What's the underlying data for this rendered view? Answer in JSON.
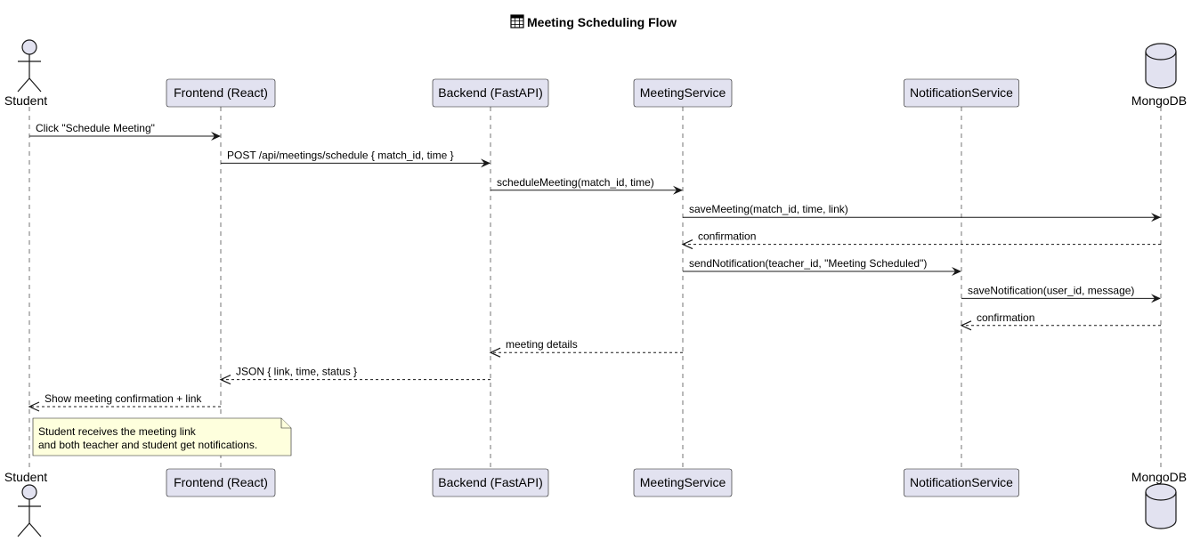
{
  "title": "Meeting Scheduling Flow",
  "title_icon": "calendar-icon",
  "participants": [
    {
      "id": "student",
      "label": "Student",
      "kind": "actor"
    },
    {
      "id": "frontend",
      "label": "Frontend (React)",
      "kind": "participant"
    },
    {
      "id": "backend",
      "label": "Backend (FastAPI)",
      "kind": "participant"
    },
    {
      "id": "meeting",
      "label": "MeetingService",
      "kind": "participant"
    },
    {
      "id": "notification",
      "label": "NotificationService",
      "kind": "participant"
    },
    {
      "id": "mongodb",
      "label": "MongoDB",
      "kind": "database"
    }
  ],
  "messages": [
    {
      "from": "student",
      "to": "frontend",
      "text": "Click \"Schedule Meeting\"",
      "style": "sync"
    },
    {
      "from": "frontend",
      "to": "backend",
      "text": "POST /api/meetings/schedule { match_id, time }",
      "style": "sync"
    },
    {
      "from": "backend",
      "to": "meeting",
      "text": "scheduleMeeting(match_id, time)",
      "style": "sync"
    },
    {
      "from": "meeting",
      "to": "mongodb",
      "text": "saveMeeting(match_id, time, link)",
      "style": "sync"
    },
    {
      "from": "mongodb",
      "to": "meeting",
      "text": "confirmation",
      "style": "return"
    },
    {
      "from": "meeting",
      "to": "notification",
      "text": "sendNotification(teacher_id, \"Meeting Scheduled\")",
      "style": "sync"
    },
    {
      "from": "notification",
      "to": "mongodb",
      "text": "saveNotification(user_id, message)",
      "style": "sync"
    },
    {
      "from": "mongodb",
      "to": "notification",
      "text": "confirmation",
      "style": "return"
    },
    {
      "from": "meeting",
      "to": "backend",
      "text": "meeting details",
      "style": "return"
    },
    {
      "from": "backend",
      "to": "frontend",
      "text": "JSON { link, time, status }",
      "style": "return"
    },
    {
      "from": "frontend",
      "to": "student",
      "text": "Show meeting confirmation + link",
      "style": "return"
    }
  ],
  "note": {
    "lines": [
      "Student receives the meeting link",
      "and both teacher and student get notifications."
    ]
  },
  "colors": {
    "participant_fill": "#e2e2f0",
    "note_fill": "#feffdd",
    "line": "#181818"
  }
}
